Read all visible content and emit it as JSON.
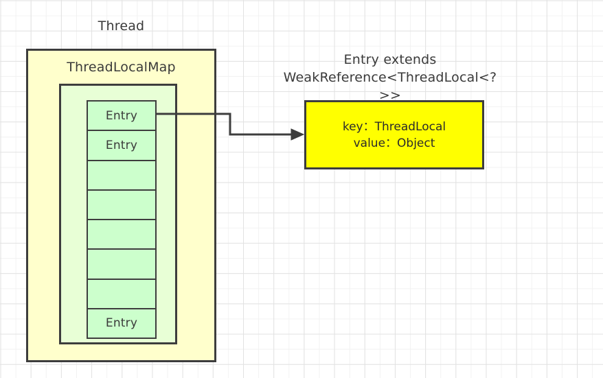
{
  "diagram": {
    "title_thread": "Thread",
    "title_map": "ThreadLocalMap",
    "entry_detail_title_line1": "Entry extends",
    "entry_detail_title_line2": "WeakReference<ThreadLocal<?>>",
    "entry_detail": {
      "key_line": "key：ThreadLocal",
      "value_line": "value：Object"
    },
    "entry_cells": [
      {
        "label": "Entry"
      },
      {
        "label": "Entry"
      },
      {
        "label": ""
      },
      {
        "label": ""
      },
      {
        "label": ""
      },
      {
        "label": ""
      },
      {
        "label": ""
      },
      {
        "label": "Entry"
      }
    ],
    "colors": {
      "thread_box_fill": "#FFFFCC",
      "map_box_fill": "#E8FFD6",
      "entry_cell_fill": "#CCFFCC",
      "entry_detail_fill": "#FFFF00",
      "stroke": "#3D3D3D",
      "grid_minor": "#F2F2F2",
      "grid_major": "#E2E2E2",
      "text": "#3A3A3A"
    },
    "connector": {
      "name": "entry-to-entry-detail-arrow",
      "style": "orthogonal-with-arrowhead"
    }
  }
}
